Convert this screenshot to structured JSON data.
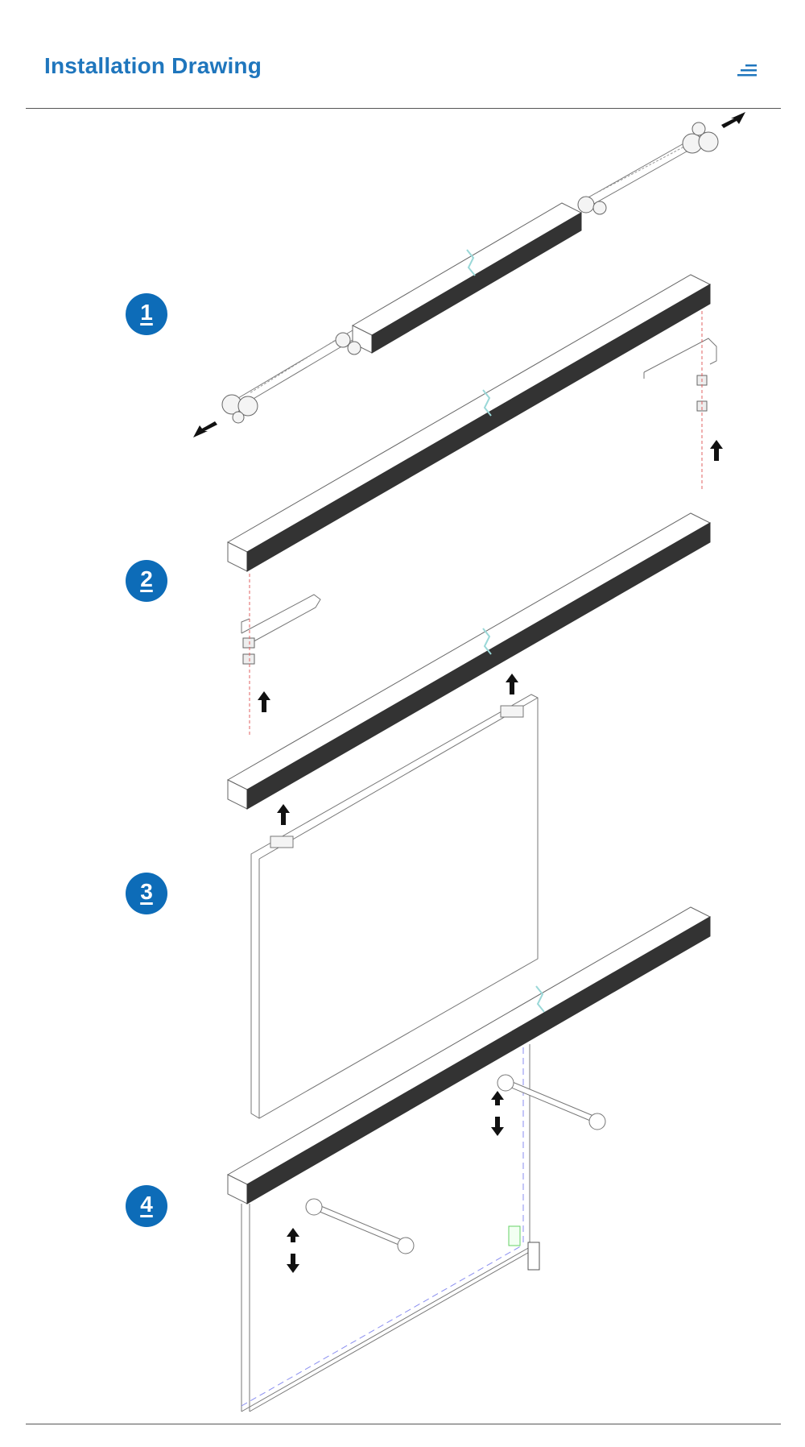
{
  "header": {
    "title": "Installation Drawing",
    "menu_icon": "menu-icon"
  },
  "steps": [
    {
      "label": "1"
    },
    {
      "label": "2"
    },
    {
      "label": "3"
    },
    {
      "label": "4"
    }
  ],
  "colors": {
    "accent": "#1f76bd",
    "badge": "#0d6cb8",
    "rail_inner": "#333333",
    "guide_red": "#e06060",
    "guide_blue": "#8a8ef0",
    "highlight_green": "#66d066"
  }
}
